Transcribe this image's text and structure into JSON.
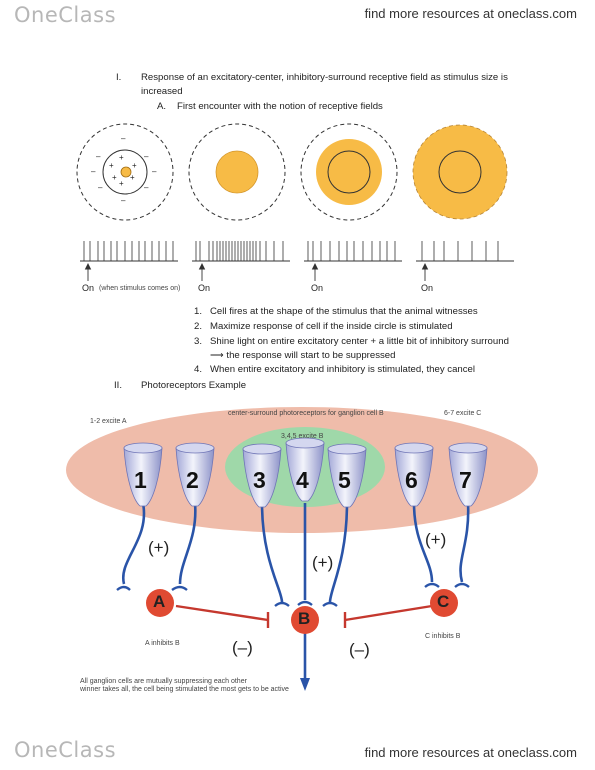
{
  "header": {
    "logo": "OneClass",
    "link": "find more resources at oneclass.com"
  },
  "footer": {
    "logo": "OneClass",
    "link": "find more resources at oneclass.com"
  },
  "outline": {
    "i_num": "I.",
    "i_text_1": "Response of an excitatory-center, inhibitory-surround receptive field as stimulus size is",
    "i_text_2": "increased",
    "a_num": "A.",
    "a_text": "First encounter with the notion of receptive fields",
    "items": [
      {
        "num": "1.",
        "text": "Cell fires at the shape of the stimulus that the animal witnesses"
      },
      {
        "num": "2.",
        "text": "Maximize response of cell if the inside circle is stimulated"
      },
      {
        "num": "3.",
        "text": "Shine light on entire excitatory center + a little bit of inhibitory surround"
      },
      {
        "num": "",
        "text": "⟶ the response will start to be suppressed"
      },
      {
        "num": "4.",
        "text": "When entire excitatory and inhibitory is stimulated, they cancel"
      }
    ],
    "ii_num": "II.",
    "ii_text": "Photoreceptors Example"
  },
  "receptive_fields": {
    "plus": "+",
    "minus": "–",
    "on_label": "On",
    "first_on_note": "(when stimulus comes on)"
  },
  "diagram": {
    "label_top_center": "center-surround photoreceptors for ganglion cell B",
    "label_left": "1-2 excite A",
    "label_right": "6-7 excite C",
    "label_inner": "3,4,5 excite B",
    "cone_numbers": [
      "1",
      "2",
      "3",
      "4",
      "5",
      "6",
      "7"
    ],
    "plus_sign": "(+)",
    "minus_sign": "(–)",
    "ganglion_A": "A",
    "ganglion_B": "B",
    "ganglion_C": "C",
    "note_A": "A inhibits B",
    "note_C": "C inhibits B",
    "bottom_note_1": "All ganglion cells are mutually suppressing each other",
    "bottom_note_2": "winner takes all, the cell being stimulated the most gets to be active",
    "colors": {
      "oval": "#efbcaa",
      "inner_oval": "#9fd8a9",
      "axon": "#2a54a8",
      "ganglion": "#e04a32",
      "inhibit": "#c5382e",
      "stimulus": "#f7bb46"
    }
  }
}
